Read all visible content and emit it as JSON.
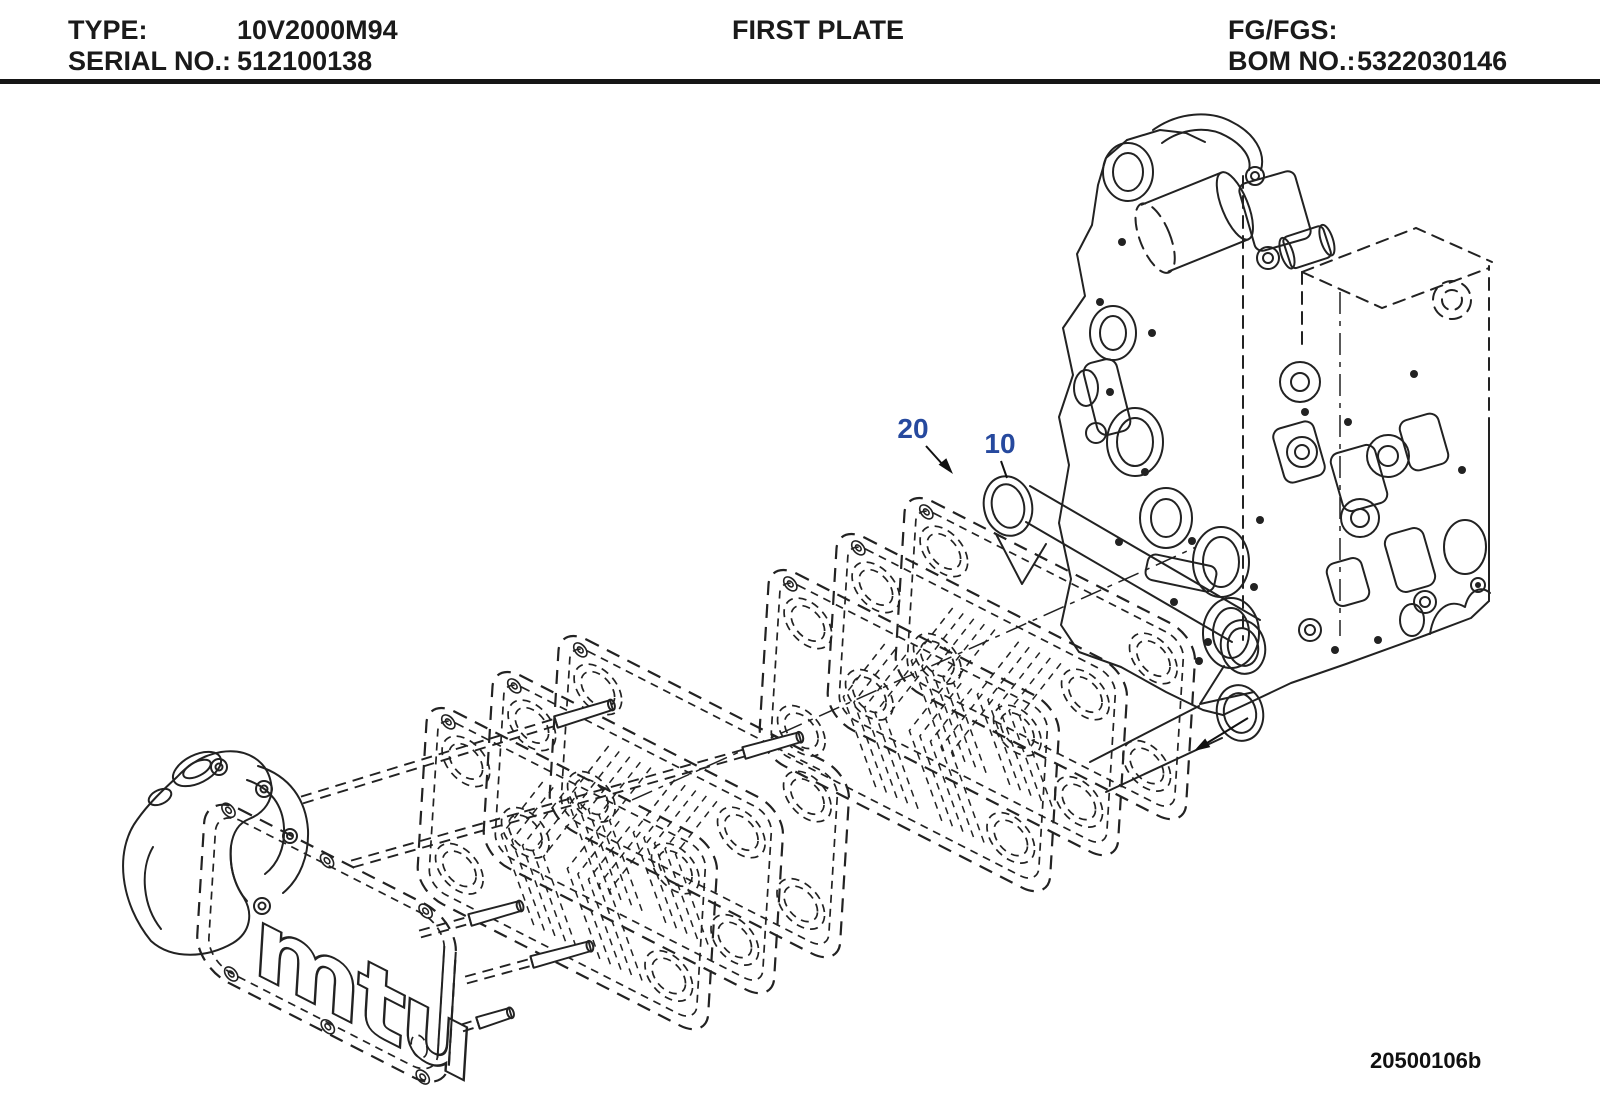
{
  "header": {
    "type_label": "TYPE:",
    "type_value": "10V2000M94",
    "serial_label": "SERIAL NO.:",
    "serial_value": "512100138",
    "title": "FIRST PLATE",
    "fg_label": "FG/FGS:",
    "fg_value": "",
    "bom_label": "BOM NO.:",
    "bom_value": "5322030146"
  },
  "diagram": {
    "callouts": [
      {
        "label": "20"
      },
      {
        "label": "10"
      }
    ],
    "drawing_number": "20500106b",
    "logo_text": "mtu",
    "colors": {
      "callout_blue": "#26499e",
      "line_ink": "#222222"
    }
  }
}
